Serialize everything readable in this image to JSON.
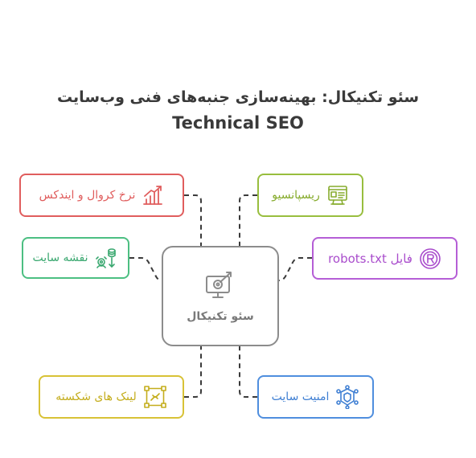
{
  "title_fa": "سئو تکنیکال: بهینه‌سازی جنبه‌های فنی وب‌سایت",
  "title_en": "Technical SEO",
  "center": {
    "label": "سئو تکنیکال",
    "icon": "target-monitor-icon"
  },
  "nodes": {
    "crawl": {
      "label": "نرخ کروال و ایندکس",
      "icon": "growth-chart-icon",
      "color": "#e05d5d"
    },
    "sitemap": {
      "label": "نقشه سایت",
      "icon": "sitemap-database-icon",
      "color": "#4cbf82"
    },
    "links": {
      "label": "لینک های شکسته",
      "icon": "broken-link-icon",
      "color": "#d8c236"
    },
    "resp": {
      "label": "ریسپانسیو",
      "icon": "responsive-devices-icon",
      "color": "#98be3e"
    },
    "robots": {
      "label": "فایل robots.txt",
      "icon": "robot-badge-icon",
      "color": "#b55ed6"
    },
    "sec": {
      "label": "امنیت سایت",
      "icon": "security-shield-icon",
      "color": "#4f8ede"
    }
  }
}
